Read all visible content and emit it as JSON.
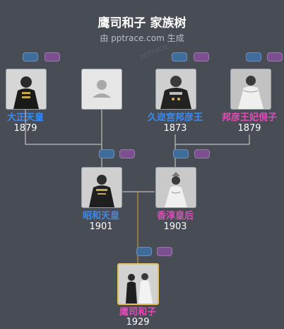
{
  "header": {
    "title": "鹰司和子 家族树",
    "subtitle": "由 pptrace.com 生成",
    "watermark": "pptrace"
  },
  "people": {
    "taisho": {
      "name": "大正天皇",
      "year": "1879",
      "gender": "male"
    },
    "unknown": {
      "name": "",
      "year": "",
      "gender": "unknown"
    },
    "kuninomiya": {
      "name": "久迩宫邦彦王",
      "year": "1873",
      "gender": "male"
    },
    "chikako": {
      "name": "邦彦王妃俔子",
      "year": "1879",
      "gender": "female"
    },
    "showa": {
      "name": "昭和天皇",
      "year": "1901",
      "gender": "male"
    },
    "kojun": {
      "name": "香淳皇后",
      "year": "1903",
      "gender": "female"
    },
    "kazuko": {
      "name": "鹰司和子",
      "year": "1929",
      "gender": "female"
    }
  },
  "colors": {
    "background": "#474c55",
    "male": "#3b8bf2",
    "female": "#e24bb9",
    "self_border": "#e8c158",
    "line": "#d8d8d8",
    "descent_line": "#d4a63a"
  }
}
